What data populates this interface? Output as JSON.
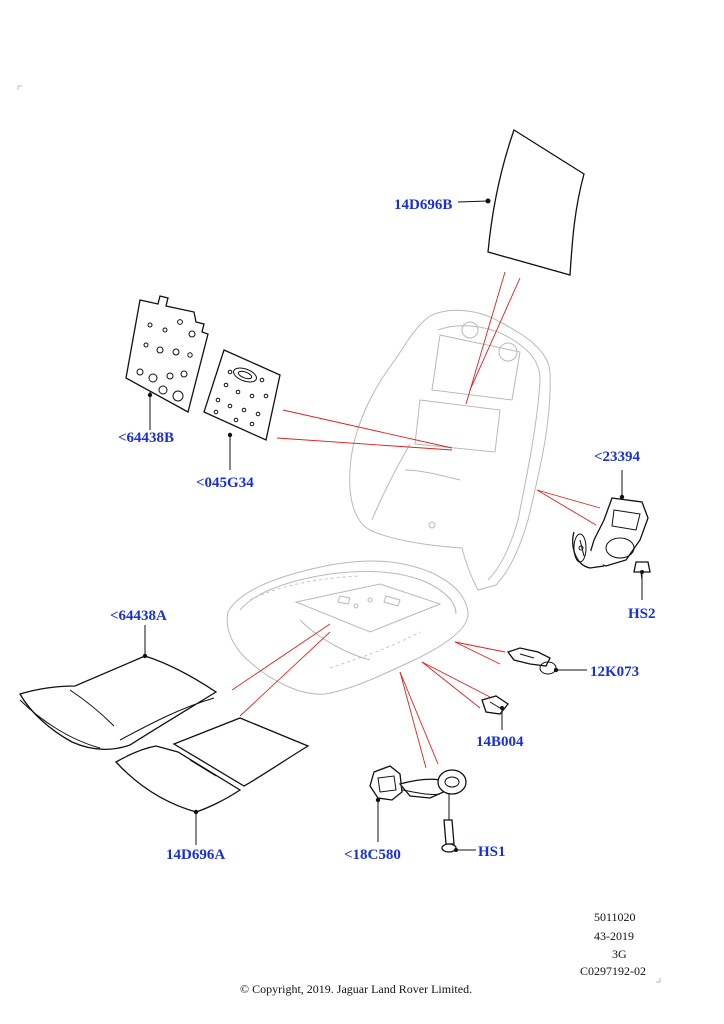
{
  "callouts": {
    "c14D696B": "14D696B",
    "c64438B": "<64438B",
    "c045G34": "<045G34",
    "c23394": "<23394",
    "cHS2": "HS2",
    "c64438A": "<64438A",
    "c12K073": "12K073",
    "c14B004": "14B004",
    "c14D696A": "14D696A",
    "c18C580": "<18C580",
    "cHS1": "HS1"
  },
  "reference": {
    "line1": "5011020",
    "line2": "43-2019",
    "line3": "3G",
    "line4": "C0297192-02"
  },
  "copyright": "© Copyright, 2019. Jaguar Land Rover Limited.",
  "colors": {
    "callout": "#1a2fd6",
    "pointer": "#e02020",
    "seat_outline": "#b9b9b9"
  }
}
